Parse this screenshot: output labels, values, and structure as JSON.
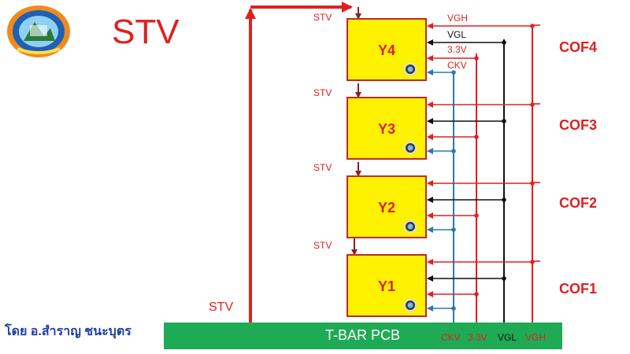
{
  "title": "STV",
  "stv_label": "STV",
  "chips": [
    "Y4",
    "Y3",
    "Y2",
    "Y1"
  ],
  "signals": {
    "vgh": "VGH",
    "vgl": "VGL",
    "v33": "3.3V",
    "ckv": "CKV"
  },
  "cof_labels": [
    "COF4",
    "COF3",
    "COF2",
    "COF1"
  ],
  "pcb": {
    "label": "T-BAR PCB",
    "tags": [
      "CKV",
      "3.3V",
      "VGL",
      "VGH"
    ]
  },
  "author": "โดย อ.สำราญ  ชนะบุตร",
  "colors": {
    "red": "#e02020",
    "black": "#111111",
    "blue": "#2a7ab0",
    "chip": "#fff200",
    "pcb": "#1faa55",
    "author": "#1f3fa0"
  }
}
